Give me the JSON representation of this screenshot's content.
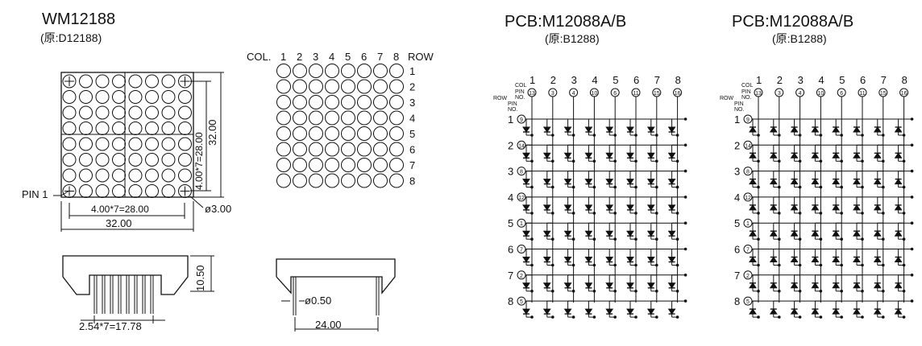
{
  "left_panel": {
    "model": "WM12188",
    "original": "(原:D12188)",
    "pin1_label": "PIN 1",
    "dim_pitch_h": "4.00*7=28.00",
    "dim_width": "32.00",
    "dim_pitch_v": "4.00*7=28.00",
    "dim_height": "32.00",
    "dot_diameter": "ø3.00",
    "side_height": "10.50",
    "pin_span": "2.54*7=17.78",
    "pin_diameter": "ø0.50",
    "row_span": "24.00"
  },
  "matrix_map": {
    "col_label": "COL.",
    "row_label": "ROW",
    "cols": [
      "1",
      "2",
      "3",
      "4",
      "5",
      "6",
      "7",
      "8"
    ],
    "rows": [
      "1",
      "2",
      "3",
      "4",
      "5",
      "6",
      "7",
      "8"
    ]
  },
  "schematics": [
    {
      "title": "PCB:M12088A/B",
      "original": "(原:B1288)",
      "hdr_col": "COL",
      "hdr_pin": "PIN",
      "hdr_no": "NO.",
      "hdr_row": "ROW",
      "cols": [
        "1",
        "2",
        "3",
        "4",
        "5",
        "6",
        "7",
        "8"
      ],
      "col_pins": [
        "13",
        "3",
        "4",
        "10",
        "6",
        "11",
        "15",
        "16"
      ],
      "rows": [
        "1",
        "2",
        "3",
        "4",
        "5",
        "6",
        "7",
        "8"
      ],
      "row_pins": [
        "9",
        "14",
        "8",
        "12",
        "1",
        "7",
        "2",
        "5"
      ],
      "diode_direction": "down"
    },
    {
      "title": "PCB:M12088A/B",
      "original": "(原:B1288)",
      "hdr_col": "COL",
      "hdr_pin": "PIN",
      "hdr_no": "NO.",
      "hdr_row": "ROW",
      "cols": [
        "1",
        "2",
        "3",
        "4",
        "5",
        "6",
        "7",
        "8"
      ],
      "col_pins": [
        "13",
        "3",
        "4",
        "10",
        "6",
        "11",
        "15",
        "16"
      ],
      "rows": [
        "1",
        "2",
        "3",
        "4",
        "5",
        "6",
        "7",
        "8"
      ],
      "row_pins": [
        "9",
        "14",
        "8",
        "12",
        "1",
        "7",
        "2",
        "5"
      ],
      "diode_direction": "up"
    }
  ]
}
